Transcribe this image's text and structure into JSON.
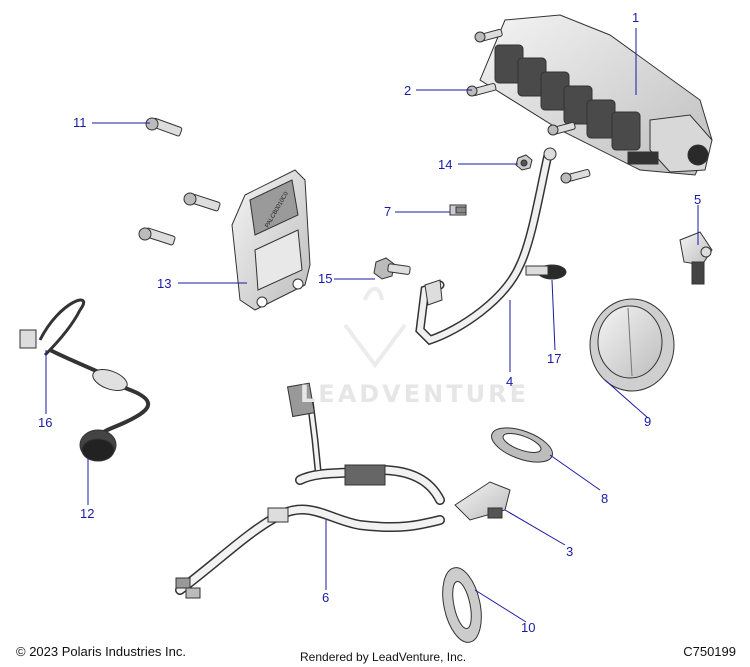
{
  "callouts": [
    {
      "num": "1",
      "color": "#1a1aa6"
    },
    {
      "num": "2",
      "color": "#1a1aa6"
    },
    {
      "num": "3",
      "color": "#1a1aa6"
    },
    {
      "num": "4",
      "color": "#1a1aa6"
    },
    {
      "num": "5",
      "color": "#1a1aa6"
    },
    {
      "num": "6",
      "color": "#1a1aa6"
    },
    {
      "num": "7",
      "color": "#1a1aa6"
    },
    {
      "num": "8",
      "color": "#1a1aa6"
    },
    {
      "num": "9",
      "color": "#1a1aa6"
    },
    {
      "num": "10",
      "color": "#1a1aa6"
    },
    {
      "num": "11",
      "color": "#1a1aa6"
    },
    {
      "num": "12",
      "color": "#1a1aa6"
    },
    {
      "num": "13",
      "color": "#1a1aa6"
    },
    {
      "num": "14",
      "color": "#1a1aa6"
    },
    {
      "num": "15",
      "color": "#1a1aa6"
    },
    {
      "num": "16",
      "color": "#1a1aa6"
    },
    {
      "num": "17",
      "color": "#1a1aa6"
    }
  ],
  "module_label": "PALCB0010C0",
  "watermark": "LEADVENTURE",
  "footer": {
    "copyright": "© 2023 Polaris Industries Inc.",
    "rendered_by": "Rendered by LeadVenture, Inc.",
    "code": "C750199"
  }
}
